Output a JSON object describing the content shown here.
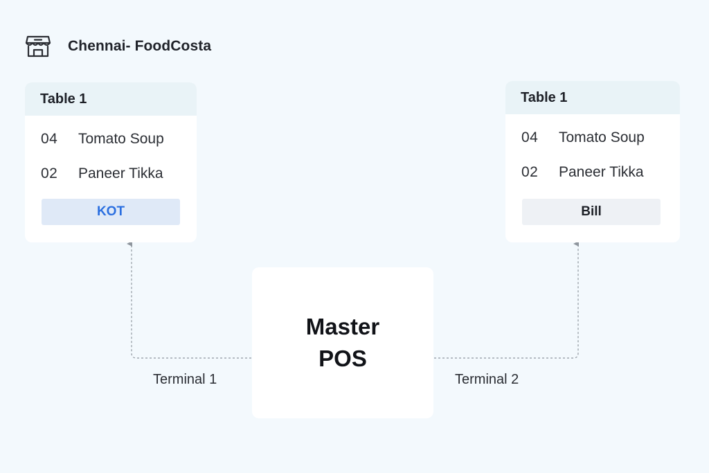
{
  "header": {
    "icon": "storefront-icon",
    "store_name": "Chennai- FoodCosta"
  },
  "terminal1_card": {
    "table": "Table 1",
    "items": [
      {
        "qty": "04",
        "name": "Tomato Soup"
      },
      {
        "qty": "02",
        "name": "Paneer Tikka"
      }
    ],
    "action_label": "KOT",
    "action_color": "#2b6fe0"
  },
  "terminal2_card": {
    "table": "Table 1",
    "items": [
      {
        "qty": "04",
        "name": "Tomato Soup"
      },
      {
        "qty": "02",
        "name": "Paneer Tikka"
      }
    ],
    "action_label": "Bill"
  },
  "master_pos": {
    "line1": "Master",
    "line2": "POS"
  },
  "terminals": {
    "terminal1": "Terminal 1",
    "terminal2": "Terminal 2"
  },
  "colors": {
    "background": "#f3f9fd",
    "card_header": "#e9f3f7",
    "connector": "#8f969e"
  }
}
